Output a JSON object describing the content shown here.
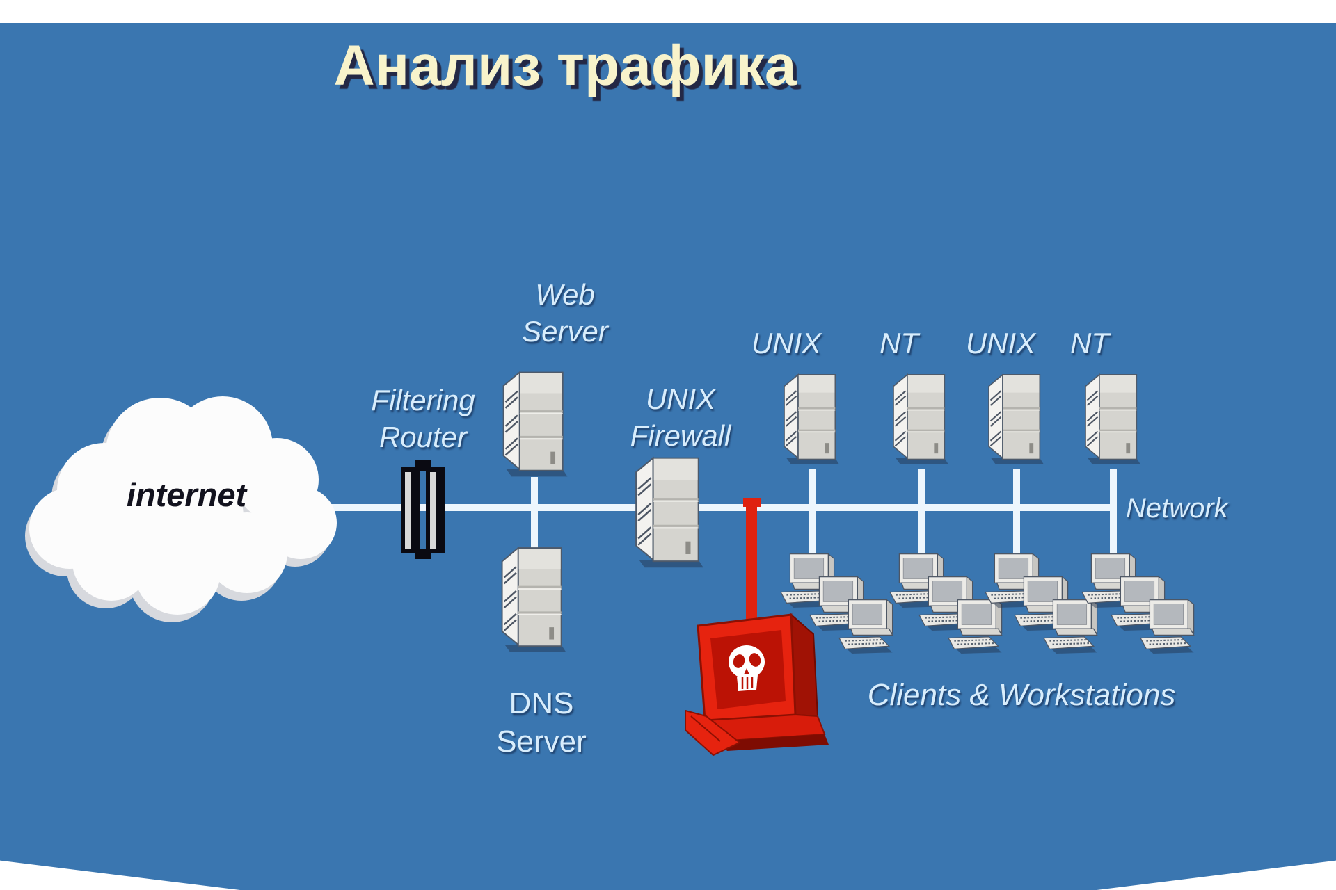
{
  "slide": {
    "title": "Анализ трафика",
    "background_color": "#3a76b0",
    "margin_color": "#ffffff",
    "line_color": "#edf6fd",
    "attack_color": "#df220f",
    "title_color": "#f8f3cb",
    "label_color": "#d8edfc"
  },
  "nodes": {
    "internet": {
      "label": "internet"
    },
    "filtering_router": {
      "line1": "Filtering",
      "line2": "Router"
    },
    "web_server": {
      "line1": "Web",
      "line2": "Server"
    },
    "dns_server": {
      "line1": "DNS",
      "line2": "Server"
    },
    "unix_firewall": {
      "line1": "UNIX",
      "line2": "Firewall"
    },
    "hosts": [
      {
        "label": "UNIX"
      },
      {
        "label": "NT"
      },
      {
        "label": "UNIX"
      },
      {
        "label": "NT"
      }
    ],
    "network": {
      "label": "Network"
    },
    "clients": {
      "label": "Clients & Workstations"
    }
  }
}
